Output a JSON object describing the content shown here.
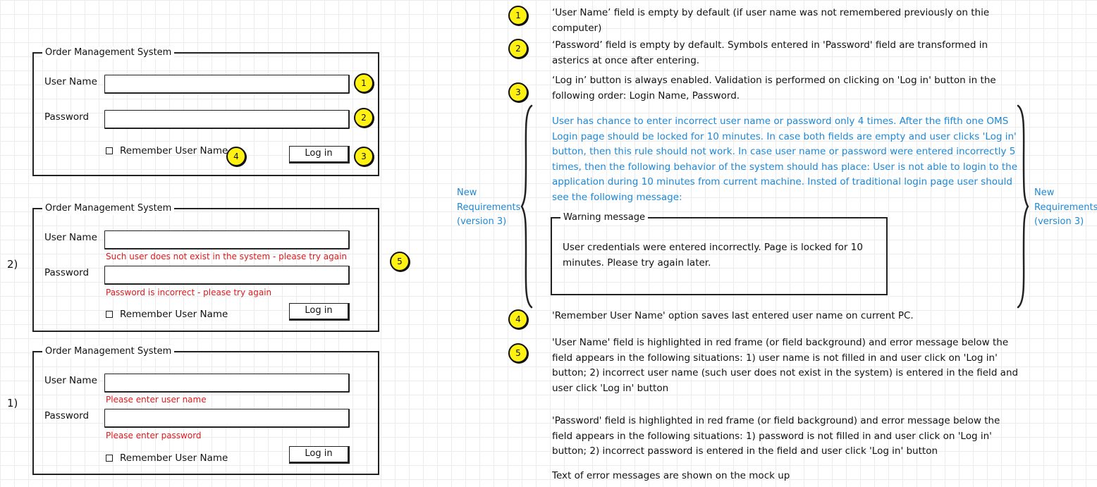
{
  "forms": [
    {
      "title": "Order Management System",
      "fields": [
        {
          "label": "User Name",
          "error": ""
        },
        {
          "label": "Password",
          "error": ""
        }
      ],
      "remember_label": "Remember User Name",
      "login_label": "Log in",
      "step_label": ""
    },
    {
      "title": "Order Management System",
      "fields": [
        {
          "label": "User Name",
          "error": "Such user does not exist in the system - please try again"
        },
        {
          "label": "Password",
          "error": "Password is incorrect - please try again"
        }
      ],
      "remember_label": "Remember User Name",
      "login_label": "Log in",
      "step_label": "2)"
    },
    {
      "title": "Order Management System",
      "fields": [
        {
          "label": "User Name",
          "error": "Please enter user name"
        },
        {
          "label": "Password",
          "error": "Please enter password"
        }
      ],
      "remember_label": "Remember User Name",
      "login_label": "Log in",
      "step_label": "1)"
    }
  ],
  "badges": {
    "b1": "1",
    "b2": "2",
    "b3": "3",
    "b4": "4",
    "b5": "5"
  },
  "notes": {
    "n1": "‘User Name’ field is empty by default (if user name was not remembered previously on thie computer)",
    "n2": "‘Password’ field is empty by default. Symbols entered in 'Password' field are transformed in asterics at once after entering.",
    "n3": "‘Log in’ button is always enabled. Validation is performed on clicking on 'Log in' button in the following order: Login Name, Password.",
    "n3_blue": "User has chance to enter incorrect user name or password only 4 times. After the fifth one OMS Login page should be locked for 10 minutes. In case both fields are empty and user clicks 'Log in' button, then this rule should not work. In case user name or password were entered incorrectly 5 times, then the following behavior of the system should has place: User is not able to login to the application during 10 minutes from current machine. Insted of traditional login page user should see the following message:",
    "warning_title": "Warning message",
    "warning_text": "User credentials were entered incorrectly. Page is locked for 10 minutes. Please try again later.",
    "new_req": "New Requirements (version 3)",
    "n4": "'Remember User Name' option saves last entered user name on current PC.",
    "n5a": "'User Name' field is highlighted in red frame (or field background) and error message below the field appears in the following situations: 1) user name is not filled in and user click on 'Log in' button; 2) incorrect user name (such user does not exist in the system) is entered in the field and user click 'Log in' button",
    "n5b": "'Password' field is highlighted in red frame (or field background) and error message below the field appears in the following situations: 1) password is not filled in and user click on 'Log in' button; 2) incorrect password is entered in the field and user click 'Log in' button",
    "n5c": "Text of error messages are shown on the mock up"
  },
  "colors": {
    "badge": "#fff213",
    "error": "#e0191d",
    "requirement": "#1e88d6"
  }
}
